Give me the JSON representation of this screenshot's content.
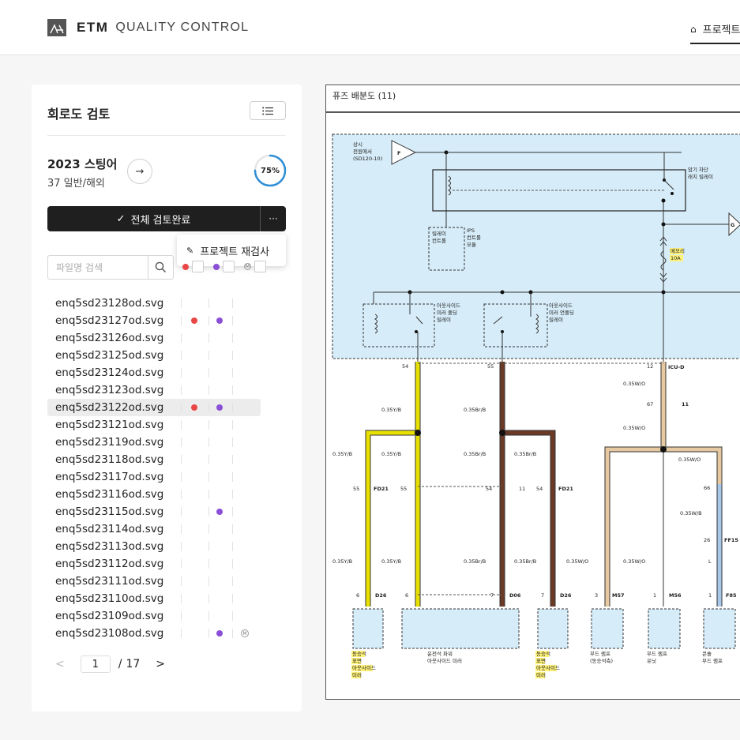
{
  "header": {
    "brand_bold": "ETM",
    "brand_light": "QUALITY CONTROL",
    "nav_tab_label": "프로젝트"
  },
  "sidebar": {
    "title": "회로도 검토",
    "project": {
      "name": "2023 스팅어",
      "subtitle": "37 일반/해외",
      "progress_label": "75%",
      "progress_fraction": 0.75
    },
    "complete_button_label": "전체 검토완료",
    "more_label": "···",
    "dropdown_item": "프로젝트 재검사",
    "search_placeholder": "파일명 검색",
    "files": [
      {
        "name": "enq5sd23128od.svg",
        "red": false,
        "purple": false,
        "m": false,
        "selected": false
      },
      {
        "name": "enq5sd23127od.svg",
        "red": true,
        "purple": true,
        "m": false,
        "selected": false
      },
      {
        "name": "enq5sd23126od.svg",
        "red": false,
        "purple": false,
        "m": false,
        "selected": false
      },
      {
        "name": "enq5sd23125od.svg",
        "red": false,
        "purple": false,
        "m": false,
        "selected": false
      },
      {
        "name": "enq5sd23124od.svg",
        "red": false,
        "purple": false,
        "m": false,
        "selected": false
      },
      {
        "name": "enq5sd23123od.svg",
        "red": false,
        "purple": false,
        "m": false,
        "selected": false
      },
      {
        "name": "enq5sd23122od.svg",
        "red": true,
        "purple": true,
        "m": false,
        "selected": true
      },
      {
        "name": "enq5sd23121od.svg",
        "red": false,
        "purple": false,
        "m": false,
        "selected": false
      },
      {
        "name": "enq5sd23119od.svg",
        "red": false,
        "purple": false,
        "m": false,
        "selected": false
      },
      {
        "name": "enq5sd23118od.svg",
        "red": false,
        "purple": false,
        "m": false,
        "selected": false
      },
      {
        "name": "enq5sd23117od.svg",
        "red": false,
        "purple": false,
        "m": false,
        "selected": false
      },
      {
        "name": "enq5sd23116od.svg",
        "red": false,
        "purple": false,
        "m": false,
        "selected": false
      },
      {
        "name": "enq5sd23115od.svg",
        "red": false,
        "purple": true,
        "m": false,
        "selected": false
      },
      {
        "name": "enq5sd23114od.svg",
        "red": false,
        "purple": false,
        "m": false,
        "selected": false
      },
      {
        "name": "enq5sd23113od.svg",
        "red": false,
        "purple": false,
        "m": false,
        "selected": false
      },
      {
        "name": "enq5sd23112od.svg",
        "red": false,
        "purple": false,
        "m": false,
        "selected": false
      },
      {
        "name": "enq5sd23111od.svg",
        "red": false,
        "purple": false,
        "m": false,
        "selected": false
      },
      {
        "name": "enq5sd23110od.svg",
        "red": false,
        "purple": false,
        "m": false,
        "selected": false
      },
      {
        "name": "enq5sd23109od.svg",
        "red": false,
        "purple": false,
        "m": false,
        "selected": false
      },
      {
        "name": "enq5sd23108od.svg",
        "red": false,
        "purple": true,
        "m": true,
        "selected": false
      }
    ],
    "m_badge": "M",
    "pager": {
      "current": "1",
      "separator": "/",
      "total": "17",
      "prev": "<",
      "next": ">"
    }
  },
  "diagram": {
    "title": "퓨즈 배분도 (11)",
    "labels": {
      "top_left": [
        "상시",
        "전원에서",
        "(SD120-10)"
      ],
      "F": "F",
      "G": "G",
      "relay_ctrl": [
        "릴레이",
        "컨트롤"
      ],
      "ips": [
        "IPS",
        "컨트롤",
        "모듈"
      ],
      "cutoff": [
        "암기 차단",
        "래치 릴레이"
      ],
      "fuse": [
        "메모리",
        "10A"
      ],
      "outside_1": [
        "아웃사이드",
        "미러 폴딩",
        "릴레이"
      ],
      "outside_2": [
        "아웃사이드",
        "미러 언폴딩",
        "릴레이"
      ],
      "icu": "ICU-D",
      "pins_top": [
        "54",
        "55",
        "12"
      ],
      "wires": [
        "0.35Y/B",
        "0.35Br/B",
        "0.35W/O",
        "0.35W/B",
        "L"
      ],
      "pin_67": "67",
      "pin_11": "11",
      "fd21_pins": [
        "55",
        "55",
        "54",
        "11",
        "54"
      ],
      "fd21": "FD21",
      "ff15_pins": [
        "66",
        "26"
      ],
      "ff15": "FF15",
      "connectors": [
        "D26",
        "D06",
        "D26",
        "M57",
        "M56",
        "F85"
      ],
      "conn_pins": [
        "6",
        "6",
        "7",
        "7",
        "3",
        "1",
        "1"
      ],
      "box_captions": [
        [
          "동승석",
          "표면",
          "아웃사이드",
          "미러"
        ],
        [
          "운전석 파워",
          "아웃사이드 미러"
        ],
        [
          "동승석",
          "표면",
          "아웃사이드",
          "미러"
        ],
        [
          "무드 램프",
          "(동승석측)"
        ],
        [
          "무드 램프",
          "유닛"
        ],
        [
          "콘솔",
          "무드 램프"
        ]
      ]
    }
  },
  "colors": {
    "accent_blue": "#2f8fd6",
    "yellow_wire": "#e8e100",
    "brown_wire": "#6b3a26",
    "tan_wire": "#e7c9a1",
    "blue_wire": "#a9c7e8",
    "diagram_fill": "#d6ecf8",
    "red_dot": "#e94747",
    "purple_dot": "#8a4fd6"
  }
}
